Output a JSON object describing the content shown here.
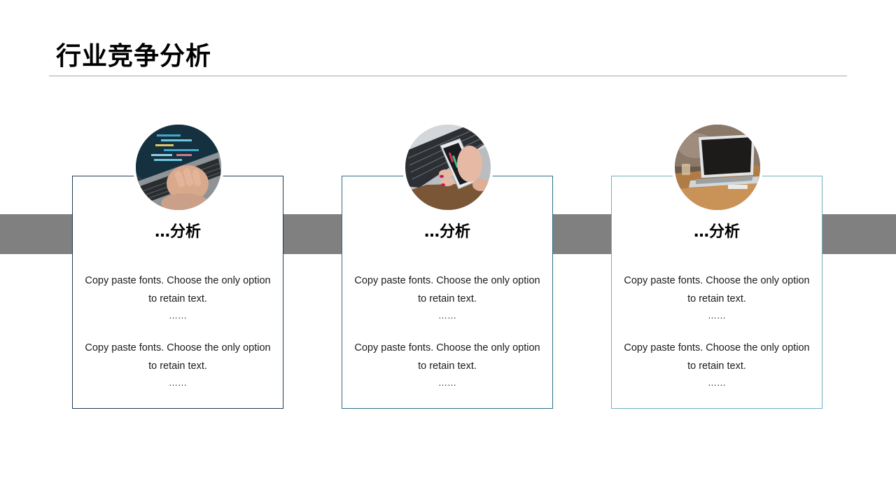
{
  "page": {
    "title": "行业竞争分析"
  },
  "cards": [
    {
      "image_icon": "laptop-coding-photo",
      "heading": "…分析",
      "paragraphs": [
        {
          "text": "Copy paste fonts. Choose the only option to retain text.",
          "more": "……"
        },
        {
          "text": "Copy paste fonts. Choose the only option to retain text.",
          "more": "……"
        }
      ],
      "border_color": "#1f3a52"
    },
    {
      "image_icon": "smartphone-chart-photo",
      "heading": "…分析",
      "paragraphs": [
        {
          "text": "Copy paste fonts. Choose the only option to retain text.",
          "more": "……"
        },
        {
          "text": "Copy paste fonts. Choose the only option to retain text.",
          "more": "……"
        }
      ],
      "border_color": "#2f6c84"
    },
    {
      "image_icon": "laptop-desk-photo",
      "heading": "…分析",
      "paragraphs": [
        {
          "text": "Copy paste fonts. Choose the only option to retain text.",
          "more": "……"
        },
        {
          "text": "Copy paste fonts. Choose the only option to retain text.",
          "more": "……"
        }
      ],
      "border_color": "#6fb0c2"
    }
  ],
  "colors": {
    "band": "#808080",
    "rule": "#a6a6a6"
  }
}
